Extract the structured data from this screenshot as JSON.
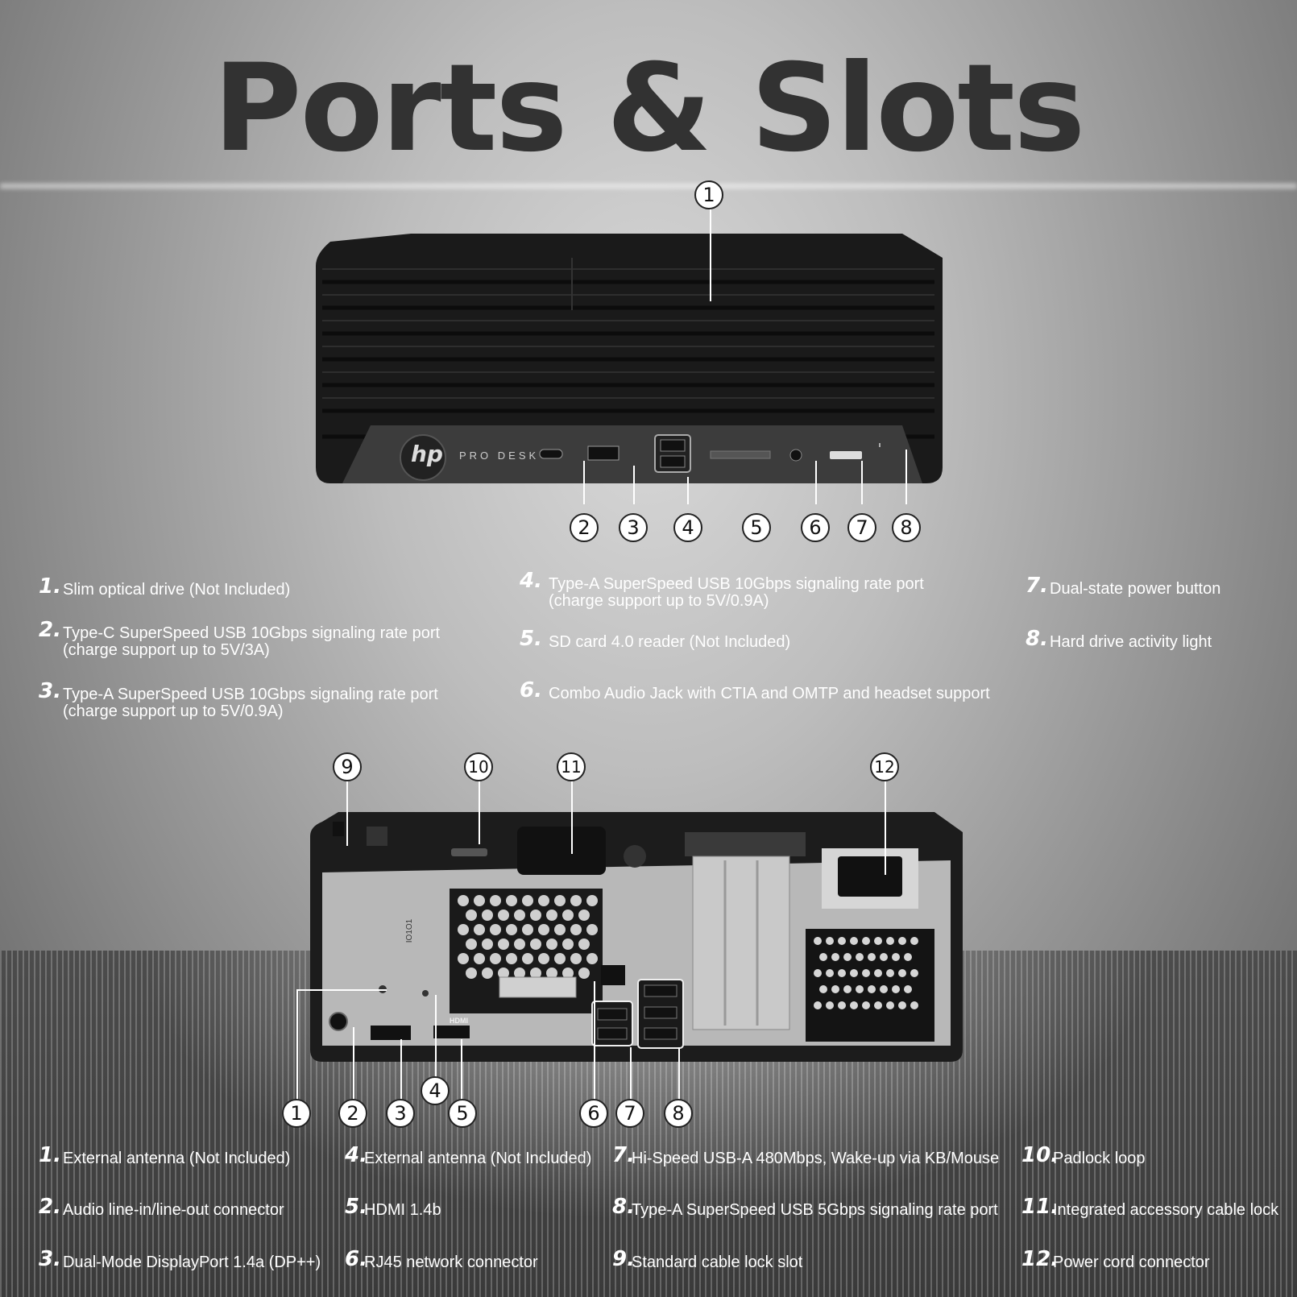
{
  "title": "Ports & Slots",
  "front": {
    "brand_logo": "hp",
    "brand_name": "PRO DESK",
    "callouts": [
      "1",
      "2",
      "3",
      "4",
      "5",
      "6",
      "7",
      "8"
    ],
    "legend": [
      {
        "num": "1.",
        "lines": [
          "Slim optical drive (Not Included)"
        ]
      },
      {
        "num": "2.",
        "lines": [
          "Type-C SuperSpeed USB 10Gbps signaling rate port",
          "(charge support up to 5V/3A)"
        ]
      },
      {
        "num": "3.",
        "lines": [
          "Type-A SuperSpeed USB 10Gbps signaling rate port",
          "(charge support up to 5V/0.9A)"
        ]
      },
      {
        "num": "4.",
        "lines": [
          "Type-A SuperSpeed USB 10Gbps signaling rate port",
          "(charge support up to 5V/0.9A)"
        ]
      },
      {
        "num": "5.",
        "lines": [
          "SD card 4.0 reader (Not Included)"
        ]
      },
      {
        "num": "6.",
        "lines": [
          "Combo Audio Jack with CTIA and OMTP and headset support"
        ]
      },
      {
        "num": "7.",
        "lines": [
          "Dual-state power button"
        ]
      },
      {
        "num": "8.",
        "lines": [
          "Hard drive activity light"
        ]
      }
    ]
  },
  "rear": {
    "callouts": [
      "9",
      "10",
      "11",
      "12",
      "1",
      "2",
      "3",
      "4",
      "5",
      "6",
      "7",
      "8"
    ],
    "port_labels": {
      "hdmi": "HDMI",
      "io_code": "IO1O1"
    },
    "legend": [
      {
        "num": "1.",
        "lines": [
          "External antenna (Not Included)"
        ]
      },
      {
        "num": "2.",
        "lines": [
          "Audio line-in/line-out connector"
        ]
      },
      {
        "num": "3.",
        "lines": [
          "Dual-Mode DisplayPort 1.4a (DP++)"
        ]
      },
      {
        "num": "4.",
        "lines": [
          "External antenna (Not Included)"
        ]
      },
      {
        "num": "5.",
        "lines": [
          "HDMI 1.4b"
        ]
      },
      {
        "num": "6.",
        "lines": [
          "RJ45 network connector"
        ]
      },
      {
        "num": "7.",
        "lines": [
          "Hi-Speed USB-A 480Mbps, Wake-up via KB/Mouse"
        ]
      },
      {
        "num": "8.",
        "lines": [
          "Type-A SuperSpeed USB 5Gbps signaling rate port"
        ]
      },
      {
        "num": "9.",
        "lines": [
          "Standard cable lock slot"
        ]
      },
      {
        "num": "10.",
        "lines": [
          "Padlock loop"
        ]
      },
      {
        "num": "11.",
        "lines": [
          "Integrated accessory cable lock"
        ]
      },
      {
        "num": "12.",
        "lines": [
          "Power cord connector"
        ]
      }
    ]
  },
  "colors": {
    "title": "#323232",
    "chassis": "#1a1a1a",
    "legend_text": "#ffffff"
  }
}
